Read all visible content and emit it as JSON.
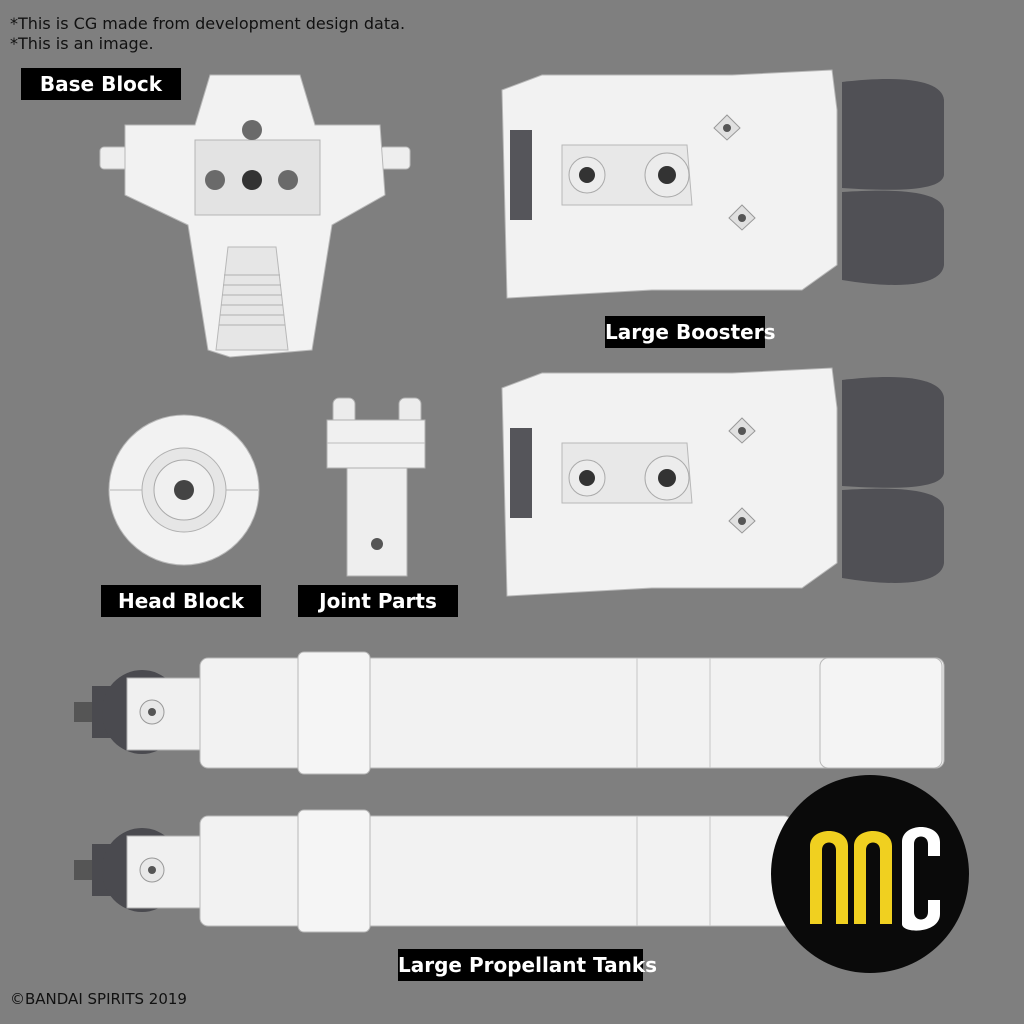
{
  "notes": [
    "*This is CG made from development design data.",
    "*This is an image."
  ],
  "labels": {
    "base_block": "Base Block",
    "large_boosters": "Large Boosters",
    "head_block": "Head Block",
    "joint_parts": "Joint Parts",
    "large_propellant_tanks": "Large Propellant Tanks"
  },
  "copyright": "©BANDAI SPIRITS 2019",
  "watermark_logo_text": "MC",
  "colors": {
    "background": "#7f7f7f",
    "part_white": "#f2f2f2",
    "part_shade": "#d9d9d9",
    "part_dark": "#4a4a4f",
    "label_bg": "#000000",
    "logo_black": "#0a0a0a",
    "logo_yellow": "#f0d020"
  }
}
